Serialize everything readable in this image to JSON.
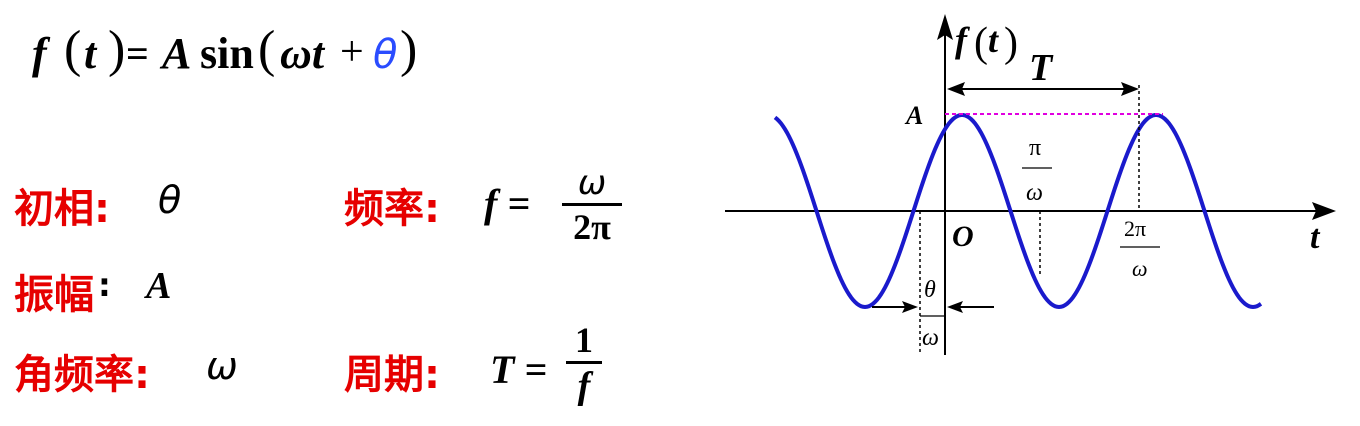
{
  "formula": {
    "f": "f",
    "lparen1": "(",
    "t": "t",
    "rparen1": ")",
    "equals": "=",
    "A": "A",
    "sin": "sin",
    "lparen2": "(",
    "omega_t": "ωt",
    "plus": "+",
    "theta": "θ",
    "rparen2": ")"
  },
  "terms": {
    "phase_label": "初相:",
    "phase_symbol": "θ",
    "amplitude_label": "振幅",
    "amplitude_colon": ":",
    "amplitude_symbol": "A",
    "angular_freq_label": "角频率:",
    "angular_freq_symbol": "ω",
    "frequency_label": "频率:",
    "frequency_lhs": "f =",
    "frequency_num": "ω",
    "frequency_den": "2π",
    "period_label": "周期:",
    "period_lhs": "T =",
    "period_num": "1",
    "period_den": "f"
  },
  "graph": {
    "y_axis_label_f": "f",
    "y_axis_label_lparen": "(",
    "y_axis_label_t": "t",
    "y_axis_label_rparen": ")",
    "period_label": "T",
    "amplitude_label": "A",
    "origin_label": "O",
    "x_axis_label": "t",
    "pi_over_omega_num": "π",
    "pi_over_omega_den": "ω",
    "two_pi_over_omega_num": "2π",
    "two_pi_over_omega_den": "ω",
    "theta_over_omega_num": "θ",
    "theta_over_omega_den": "ω",
    "curve_color": "#1a1acc",
    "amplitude_line_color": "#e000e0"
  }
}
